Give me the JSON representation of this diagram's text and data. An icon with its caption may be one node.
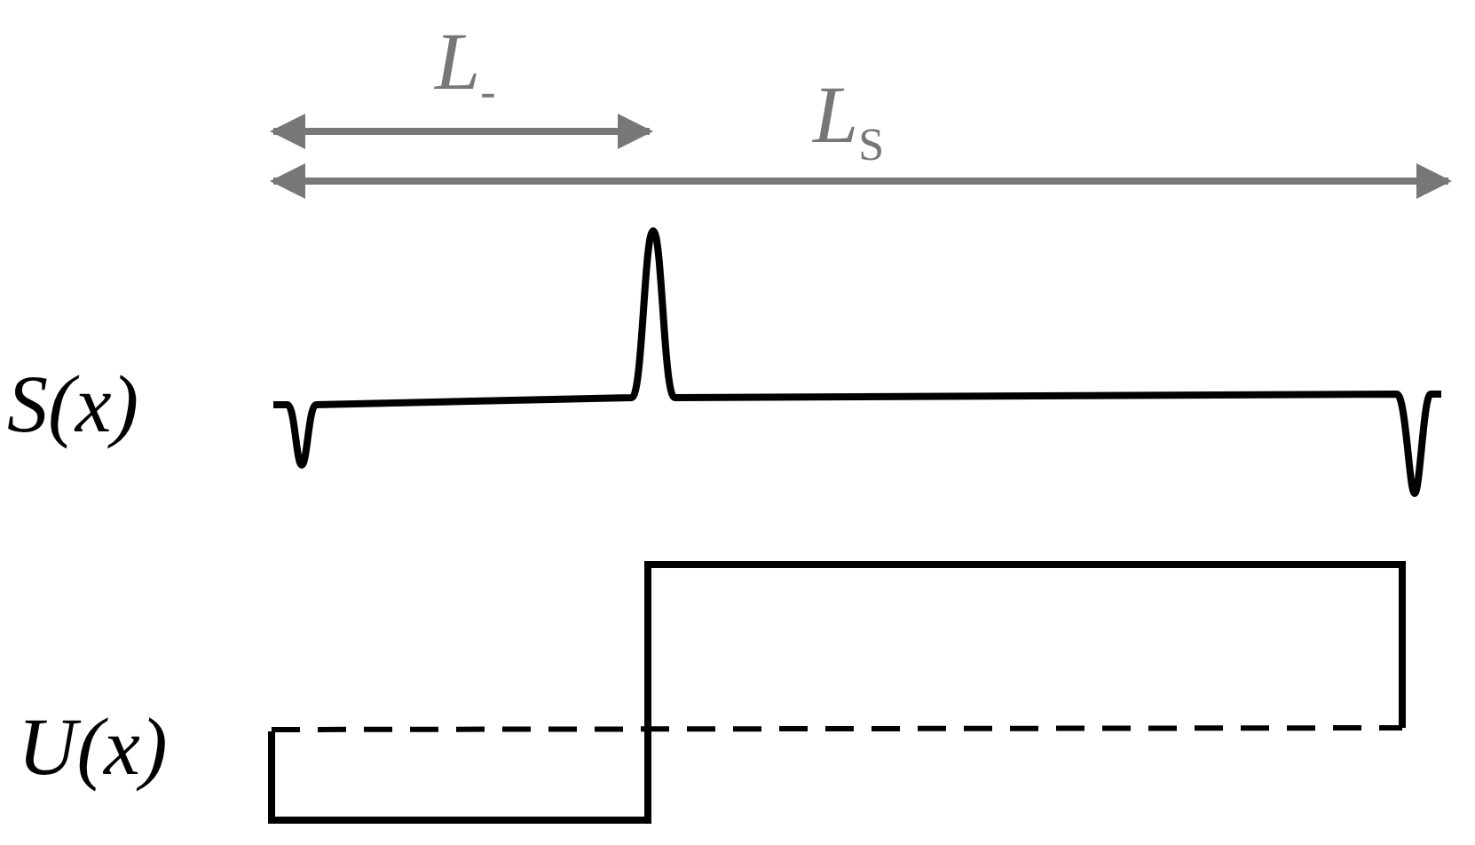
{
  "diagram": {
    "labels": [
      "L$_{-}$",
      "L$_{S}$",
      "S(x)",
      "U(x)"
    ]
  }
}
